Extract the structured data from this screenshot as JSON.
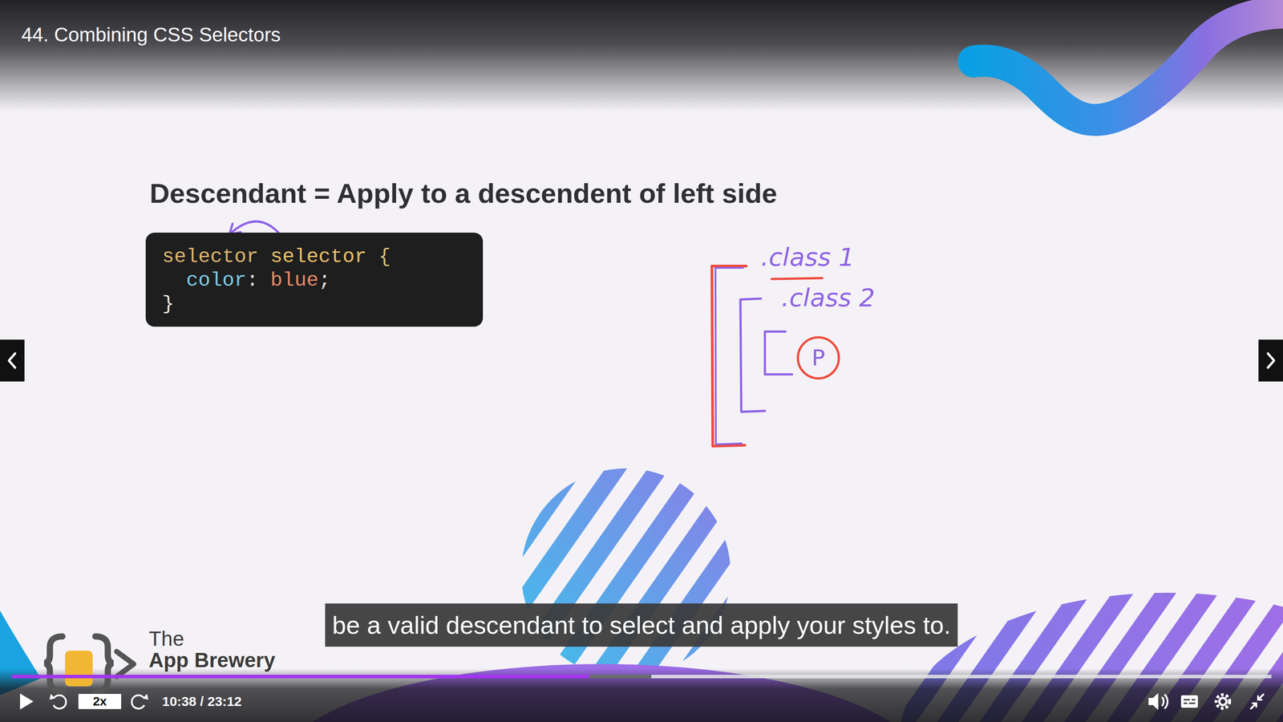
{
  "diagram": {
    "title": "Descendant = Apply to a descendent of left side",
    "caption": "be a valid descendant to select and apply your styles to.",
    "nodes": [
      {
        "text": [
          "selector",
          "selector",
          "{",
          "color",
          ":",
          "blue",
          ";",
          "}"
        ]
      },
      {
        "text": [
          "P"
        ]
      },
      {
        "text": [
          "2x"
        ]
      }
    ],
    "labels": [
      "44. Combining CSS Selectors",
      ".class 1",
      ".class 2",
      "The",
      "App Brewery",
      "10:38 / 23:12"
    ]
  }
}
